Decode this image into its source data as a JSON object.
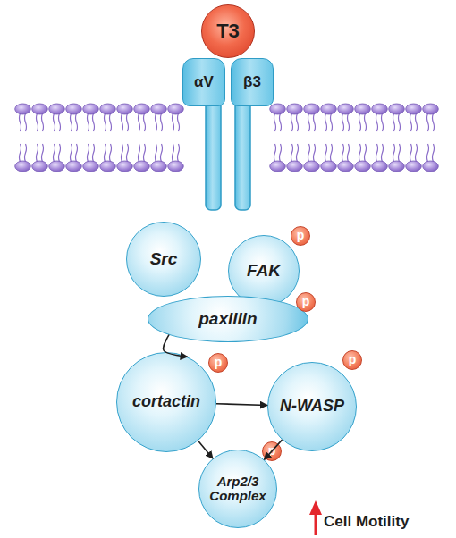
{
  "diagram": {
    "nodes": [
      {
        "text": [
          "T3"
        ]
      },
      {
        "text": [
          "αV"
        ]
      },
      {
        "text": [
          "β3"
        ]
      },
      {
        "text": [
          "Src"
        ]
      },
      {
        "text": [
          "FAK"
        ]
      },
      {
        "text": [
          "p"
        ]
      },
      {
        "text": [
          "paxillin"
        ]
      },
      {
        "text": [
          "p"
        ]
      },
      {
        "text": [
          "cortactin"
        ]
      },
      {
        "text": [
          "p"
        ]
      },
      {
        "text": [
          "N-WASP"
        ]
      },
      {
        "text": [
          "p"
        ]
      },
      {
        "text": [
          "Arp2/3 Complex"
        ]
      },
      {
        "text": [
          "p"
        ]
      }
    ],
    "edges": [
      {
        "from": 6,
        "to": 8,
        "arrow": "to"
      },
      {
        "from": 8,
        "to": 10,
        "arrow": "to"
      },
      {
        "from": 8,
        "to": 12,
        "arrow": "to"
      },
      {
        "from": 10,
        "to": 12,
        "arrow": "to"
      }
    ],
    "labels": [
      "Cell Motility"
    ]
  }
}
